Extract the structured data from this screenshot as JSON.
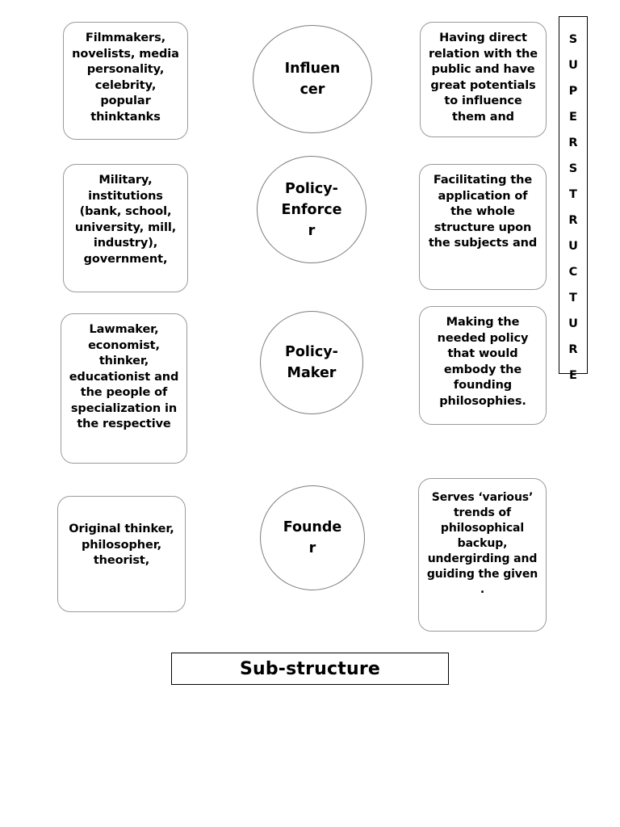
{
  "diagram": {
    "title": "Superstructure and Sub-structure role diagram",
    "colors": {
      "background": "#ffffff",
      "node_border": "#9a9a9a",
      "circle_border": "#7d7d7d",
      "bar_border": "#000000",
      "text": "#000000"
    },
    "rows": [
      {
        "role_label": "Influencer",
        "actors": "Filmmakers, novelists, media personality, celebrity, popular thinktanks",
        "function": "Having direct relation with the public and have great potentials to influence them and"
      },
      {
        "role_label": "Policy-Enforcer",
        "actors": "Military, institutions (bank, school, university, mill, industry), government,",
        "function": "Facilitating the application of the whole structure upon the subjects and"
      },
      {
        "role_label": "Policy-Maker",
        "actors": "Lawmaker, economist, thinker, educationist and the people of specialization in the respective",
        "function": "Making the needed policy that would embody the founding philosophies."
      },
      {
        "role_label": "Founder",
        "actors": "Original thinker, philosopher, theorist,",
        "function": "Serves ‘various’ trends of philosophical backup, undergirding and guiding the given ."
      }
    ],
    "superstructure": {
      "label": "SUPERSTRUCTURE",
      "letters": [
        "S",
        "U",
        "P",
        "E",
        "R",
        "S",
        "T",
        "R",
        "U",
        "C",
        "T",
        "U",
        "R",
        "E"
      ]
    },
    "substructure": {
      "label": "Sub-structure"
    }
  }
}
